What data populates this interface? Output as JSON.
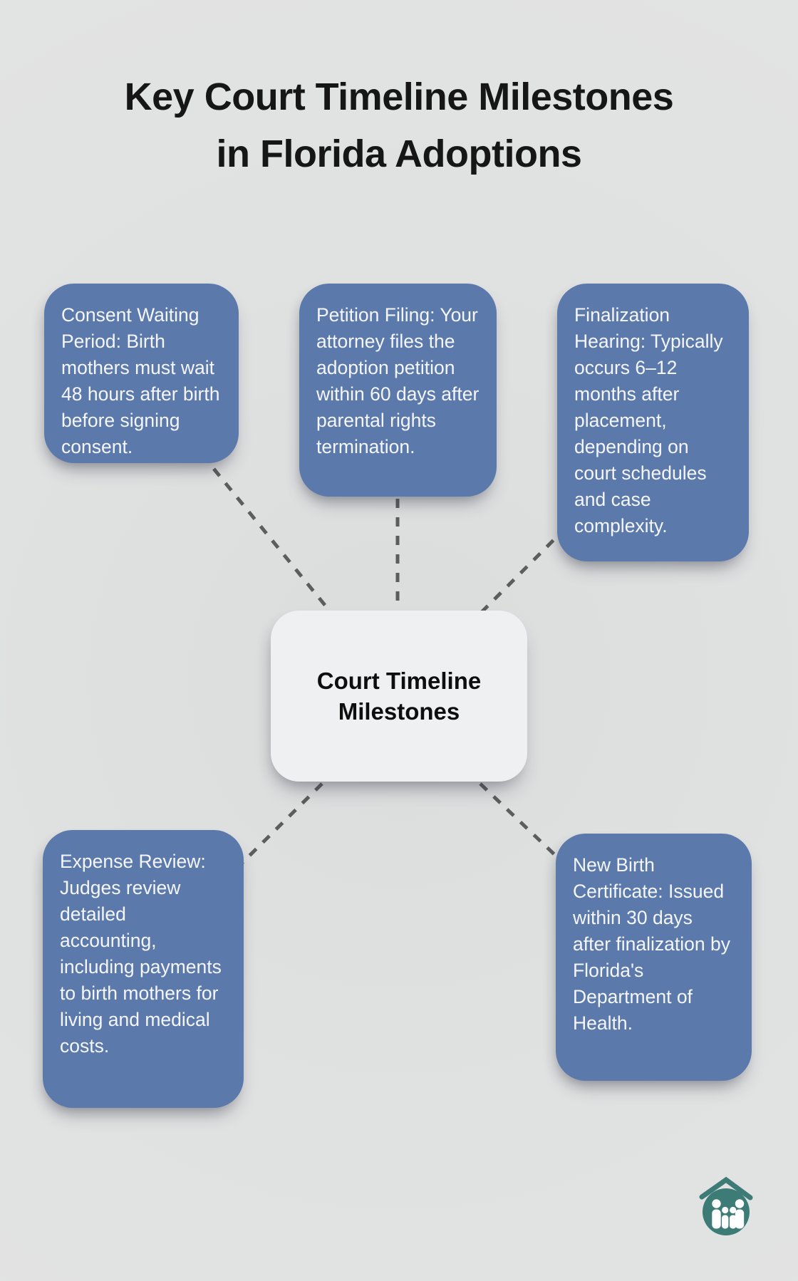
{
  "title": {
    "lines": [
      "Key Court Timeline Milestones",
      "in Florida Adoptions"
    ]
  },
  "center_node": {
    "label": "Court Timeline Milestones"
  },
  "nodes": [
    {
      "id": "consent-waiting-period",
      "text": "Consent Waiting Period: Birth mothers must wait 48 hours after birth before signing consent."
    },
    {
      "id": "petition-filing",
      "text": "Petition Filing: Your attorney files the adoption petition within 60 days after parental rights termination."
    },
    {
      "id": "finalization-hearing",
      "text": "Finalization Hearing: Typically occurs 6–12 months after placement, depending on court schedules and case complexity."
    },
    {
      "id": "expense-review",
      "text": "Expense Review: Judges review detailed accounting, including payments to birth mothers for living and medical costs."
    },
    {
      "id": "new-birth-certificate",
      "text": "New Birth Certificate: Issued within 30 days after finalization by Florida's Department of Health."
    }
  ],
  "icons": {
    "logo": "family-under-roof-icon"
  },
  "colors": {
    "background": "#e0e1e1",
    "node_fill": "#5c79ac",
    "node_text": "#f4f6fa",
    "center_fill": "#eef0f2",
    "center_text": "#0e0e0e",
    "title_text": "#161616",
    "connector_dash": "#5d5d5d",
    "logo_teal": "#3d7b76"
  }
}
